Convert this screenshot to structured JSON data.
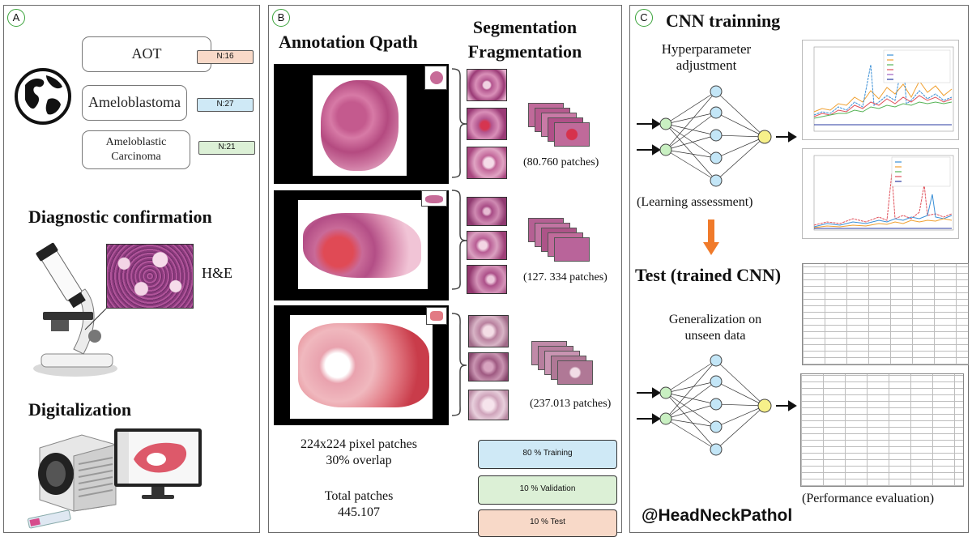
{
  "panel_a": {
    "badge": "A",
    "classes": [
      {
        "label": "AOT",
        "count": "N:16",
        "color": "#f8d9c8"
      },
      {
        "label": "Ameloblastoma",
        "count": "N:27",
        "color": "#cfe9f6"
      },
      {
        "label": "Ameloblastic\nCarcinoma",
        "count": "N:21",
        "color": "#dcf0d6"
      }
    ],
    "diagnostic_title": "Diagnostic confirmation",
    "stain_label": "H&E",
    "digitalization_title": "Digitalization",
    "icons": [
      "globe-icon",
      "microscope-icon",
      "slide-scanner-icon",
      "monitor-icon",
      "glass-slide-icon"
    ]
  },
  "panel_b": {
    "badge": "B",
    "annotation_title": "Annotation Qpath",
    "segmentation_title": "Segmentation\nFragmentation",
    "patch_counts": [
      "(80.760 patches)",
      "(127. 334 patches)",
      "(237.013 patches)"
    ],
    "patch_spec": "224x224 pixel patches\n30% overlap",
    "total_label": "Total patches\n445.107",
    "splits": [
      {
        "label": "80 % Training",
        "color": "#cfe9f6"
      },
      {
        "label": "10 % Validation",
        "color": "#dcf0d6"
      },
      {
        "label": "10 % Test",
        "color": "#f8d9c8"
      }
    ]
  },
  "panel_c": {
    "badge": "C",
    "cnn_title": "CNN trainning",
    "hyper_label": "Hyperparameter\nadjustment",
    "learning_label": "(Learning assessment)",
    "test_title": "Test (trained CNN)",
    "generalization_label": "Generalization on\nunseen data",
    "performance_label": "(Performance evaluation)",
    "handle": "@HeadNeckPathol",
    "arrow_color": "#f07a2a",
    "node_green": "#c9f0c2",
    "node_blue": "#c3e6f7",
    "node_yellow": "#f7f08a"
  }
}
